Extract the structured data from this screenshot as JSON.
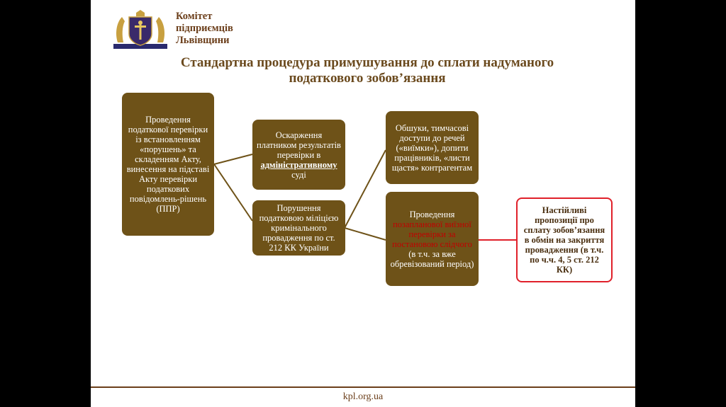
{
  "organization": {
    "name_line1": "Комітет",
    "name_line2": "підприємців",
    "name_line3": "Львівщини"
  },
  "slide": {
    "title_line1": "Стандартна процедура примушування до сплати надуманого",
    "title_line2": "податкового зобов’язання"
  },
  "nodes": {
    "audit": "Проведення податкової перевірки із встановленням «порушень» та складенням Акту, винесення на підставі Акту перевірки податкових повідомлень-рішень (ППР)",
    "appeal_prefix": "Оскарження платником результатів перевірки в",
    "appeal_emph": "адміністративному",
    "appeal_suffix": "суді",
    "criminal": "Порушення податковою міліцією кримінального провадження по ст. 212 КК України",
    "searches": "Обшуки, тимчасові доступи до речей («виїмки»), допити працівників, «листи щастя» контрагентам",
    "reaudit_prefix": "Проведення",
    "reaudit_red": "позапланової виїзної перевірки за постановою слідчого",
    "reaudit_suffix": "(в т.ч. за вже обревізований період)",
    "proposals": "Настійливі пропозиції про сплату зобов’язання в обмін на закриття провадження (в т.ч. по ч.ч. 4, 5 ст. 212 КК)"
  },
  "footer": {
    "url": "kpl.org.ua"
  },
  "colors": {
    "box_fill": "#6e5218",
    "connector": "#6e5218",
    "accent_red": "#e0202a",
    "title": "#6b4a1e"
  }
}
